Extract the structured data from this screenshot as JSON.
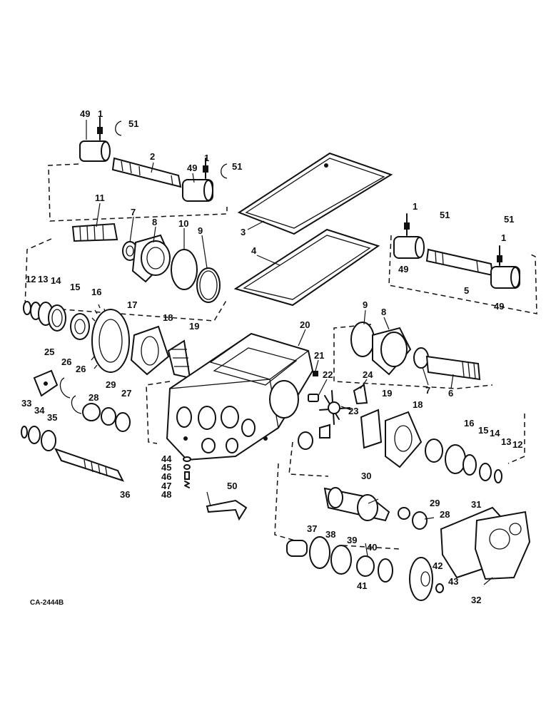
{
  "figure_code": "CA-2444B",
  "callouts": [
    "1",
    "2",
    "3",
    "4",
    "5",
    "6",
    "7",
    "8",
    "9",
    "10",
    "11",
    "12",
    "13",
    "14",
    "15",
    "16",
    "17",
    "18",
    "19",
    "20",
    "21",
    "22",
    "23",
    "24",
    "25",
    "26",
    "27",
    "28",
    "29",
    "30",
    "31",
    "32",
    "33",
    "34",
    "35",
    "36",
    "37",
    "38",
    "39",
    "40",
    "41",
    "42",
    "43",
    "44",
    "45",
    "46",
    "47",
    "48",
    "49",
    "50",
    "51"
  ]
}
